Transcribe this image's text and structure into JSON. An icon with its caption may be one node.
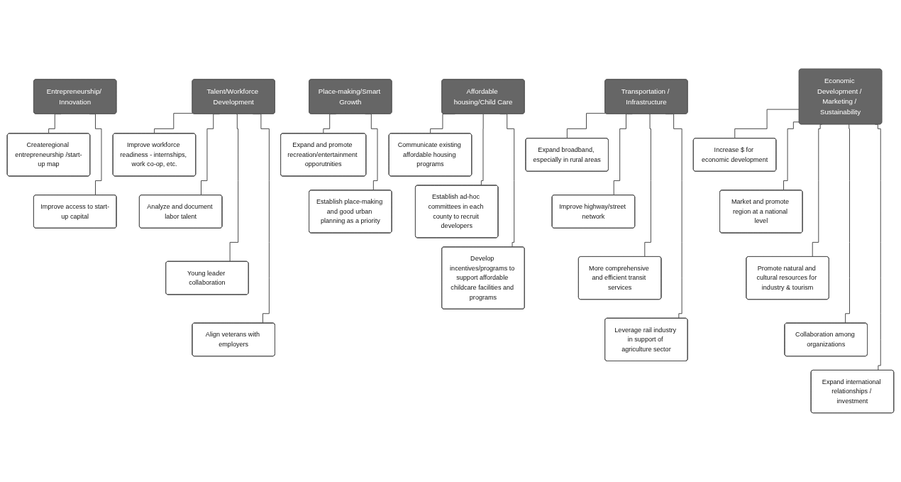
{
  "diagram": {
    "nodes": [
      {
        "text": [
          "Economic Development / Marketing / Sustainability"
        ]
      },
      {
        "text": [
          "Increase $ for economic development"
        ]
      },
      {
        "text": [
          "Market and promote region at a national level"
        ]
      },
      {
        "text": [
          "Promote natural and cultural resources for industry & tourism"
        ]
      },
      {
        "text": [
          "Collaboration among organizations"
        ]
      },
      {
        "text": [
          "Expand international relationships / investment"
        ]
      },
      {
        "text": [
          "Entrepreneurship/ Innovation"
        ]
      },
      {
        "text": [
          "Createregional entrepreneurship /start-up map"
        ]
      },
      {
        "text": [
          "Improve access to start-up capital"
        ]
      },
      {
        "text": [
          "Talent/Workforce Development"
        ]
      },
      {
        "text": [
          "Improve workforce readiness - internships, work co-op, etc."
        ]
      },
      {
        "text": [
          "Analyze and document labor talent"
        ]
      },
      {
        "text": [
          "Young leader collaboration"
        ]
      },
      {
        "text": [
          "Align veterans with employers"
        ]
      },
      {
        "text": [
          "Transportation / Infrastructure"
        ]
      },
      {
        "text": [
          "Expand broadband, especially in rural areas"
        ]
      },
      {
        "text": [
          "Improve highway/street network"
        ]
      },
      {
        "text": [
          "More comprehensive and efficient transit services"
        ]
      },
      {
        "text": [
          "Leverage rail industry in support of agriculture sector"
        ]
      },
      {
        "text": [
          "Place-making/Smart Growth"
        ]
      },
      {
        "text": [
          "Expand and promote recreation/entertainment opporutnities"
        ]
      },
      {
        "text": [
          "Establish place-making and good urban planning as a priority"
        ]
      },
      {
        "text": [
          "Affordable housing/Child Care"
        ]
      },
      {
        "text": [
          "Communicate existing affordable housing programs"
        ]
      },
      {
        "text": [
          "Establish ad-hoc committees in each county to recruit developers"
        ]
      },
      {
        "text": [
          "Develop incentives/programs to support affordable childcare facilities and programs"
        ]
      }
    ],
    "edges": [
      {
        "from": 0,
        "to": 1,
        "arrow": "none"
      },
      {
        "from": 0,
        "to": 2,
        "arrow": "none"
      },
      {
        "from": 0,
        "to": 3,
        "arrow": "none"
      },
      {
        "from": 0,
        "to": 4,
        "arrow": "none"
      },
      {
        "from": 0,
        "to": 5,
        "arrow": "none"
      },
      {
        "from": 6,
        "to": 7,
        "arrow": "none"
      },
      {
        "from": 6,
        "to": 8,
        "arrow": "none"
      },
      {
        "from": 9,
        "to": 10,
        "arrow": "none"
      },
      {
        "from": 9,
        "to": 11,
        "arrow": "none"
      },
      {
        "from": 9,
        "to": 12,
        "arrow": "none"
      },
      {
        "from": 9,
        "to": 13,
        "arrow": "none"
      },
      {
        "from": 14,
        "to": 15,
        "arrow": "none"
      },
      {
        "from": 14,
        "to": 16,
        "arrow": "none"
      },
      {
        "from": 14,
        "to": 17,
        "arrow": "none"
      },
      {
        "from": 14,
        "to": 18,
        "arrow": "none"
      },
      {
        "from": 19,
        "to": 20,
        "arrow": "none"
      },
      {
        "from": 19,
        "to": 21,
        "arrow": "none"
      },
      {
        "from": 22,
        "to": 23,
        "arrow": "none"
      },
      {
        "from": 22,
        "to": 24,
        "arrow": "none"
      },
      {
        "from": 22,
        "to": 25,
        "arrow": "none"
      }
    ]
  }
}
